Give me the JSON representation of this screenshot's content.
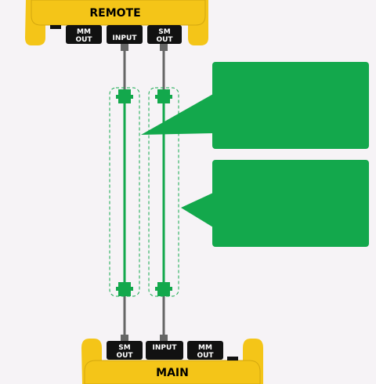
{
  "colors": {
    "device_yellow": "#f4c518",
    "device_shadow": "#c9a00d",
    "port_black": "#111111",
    "cable_gray": "#666666",
    "cable_green": "#13a84c",
    "callout_green": "#13a84c",
    "dash_green": "#13a84c"
  },
  "remote": {
    "title": "REMOTE",
    "ports": [
      {
        "line1": "MM",
        "line2": "OUT"
      },
      {
        "line1": "INPUT",
        "line2": ""
      },
      {
        "line1": "SM",
        "line2": "OUT"
      }
    ]
  },
  "main": {
    "title": "MAIN",
    "ports": [
      {
        "line1": "SM",
        "line2": "OUT"
      },
      {
        "line1": "INPUT",
        "line2": ""
      },
      {
        "line1": "MM",
        "line2": "OUT"
      }
    ]
  },
  "callouts": [
    {
      "text": ""
    },
    {
      "text": ""
    }
  ]
}
